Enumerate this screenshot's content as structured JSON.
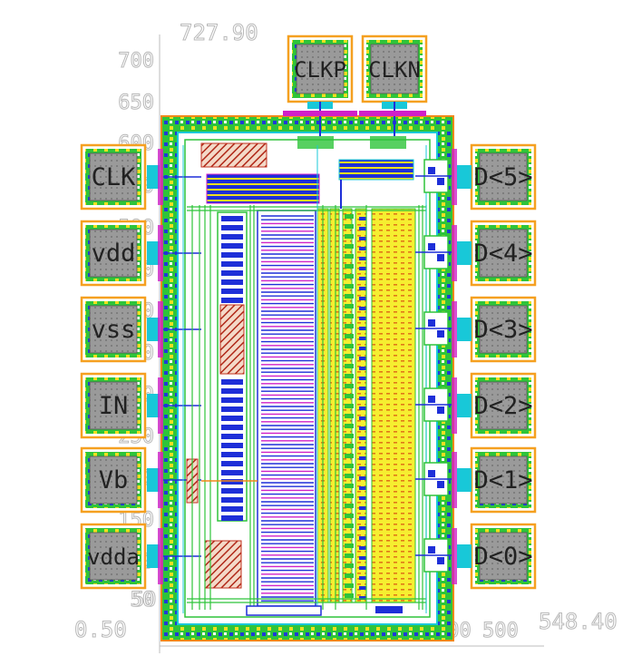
{
  "coords": {
    "top": "727.90",
    "right": "548.40",
    "origin": "0.50",
    "bottom_ticks": [
      "50",
      "100",
      "500"
    ]
  },
  "y_ticks": [
    "700",
    "650",
    "600",
    "550",
    "500",
    "450",
    "400",
    "350",
    "300",
    "250",
    "200",
    "150",
    "100",
    "50"
  ],
  "pads": {
    "top": [
      "CLKP",
      "CLKN"
    ],
    "left": [
      "CLK",
      "vdd",
      "vss",
      "IN",
      "Vb",
      "vdda"
    ],
    "right": [
      "D<5>",
      "D<4>",
      "D<3>",
      "D<2>",
      "D<1>",
      "D<0>"
    ]
  },
  "colors": {
    "pad_ring": "#f5a020",
    "pad_core": "#8c8c8c",
    "ring_green": "#2ec43a",
    "metal_blue": "#1e2fd8",
    "poly_red": "#c0301e",
    "metal_yellow": "#f0e020",
    "cyan": "#18c8d8",
    "magenta": "#d020c8",
    "orange": "#f08818"
  }
}
